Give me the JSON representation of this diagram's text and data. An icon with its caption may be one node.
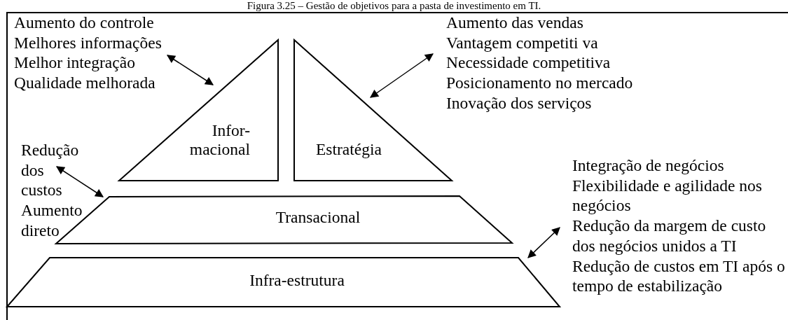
{
  "diagram": {
    "title": "Figura 3.25 – Gestão de objetivos para a pasta de investimento em TI.",
    "nodes": [
      {
        "text": [
          "Aumento do controle",
          "Melhores informações",
          "Melhor integração",
          "Qualidade melhorada"
        ]
      },
      {
        "text": [
          "Aumento das vendas",
          "Vantagem competiti va",
          "Necessidade competitiva",
          "Posicionamento no mercado",
          "Inovação dos serviços"
        ]
      },
      {
        "text": [
          "Infor- macional"
        ]
      },
      {
        "text": [
          "Estratégia"
        ]
      },
      {
        "text": [
          "Redução dos custos",
          "Aumento direto"
        ]
      },
      {
        "text": [
          "Transacional"
        ]
      },
      {
        "text": [
          "Integração de negócios",
          "Flexibilidade e agilidade nos negócios",
          "Redução da margem de custo dos negócios unidos a TI",
          "Redução de custos em TI após o tempo de estabilização"
        ]
      },
      {
        "text": [
          "Infra-estrutura"
        ]
      }
    ],
    "edges": [
      {
        "from": 0,
        "to": 2,
        "arrow": "both"
      },
      {
        "from": 1,
        "to": 3,
        "arrow": "both"
      },
      {
        "from": 4,
        "to": 5,
        "arrow": "both"
      },
      {
        "from": 6,
        "to": 7,
        "arrow": "both"
      }
    ]
  }
}
